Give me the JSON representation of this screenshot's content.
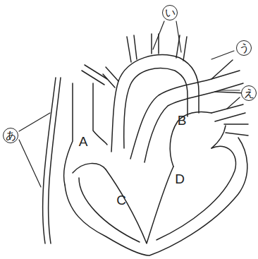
{
  "diagram": {
    "nodes": [
      {
        "text": [
          "い"
        ]
      },
      {
        "text": [
          "う"
        ]
      },
      {
        "text": [
          "え"
        ]
      },
      {
        "text": [
          "あ"
        ]
      }
    ],
    "labels": [
      "A",
      "B",
      "C",
      "D"
    ]
  }
}
